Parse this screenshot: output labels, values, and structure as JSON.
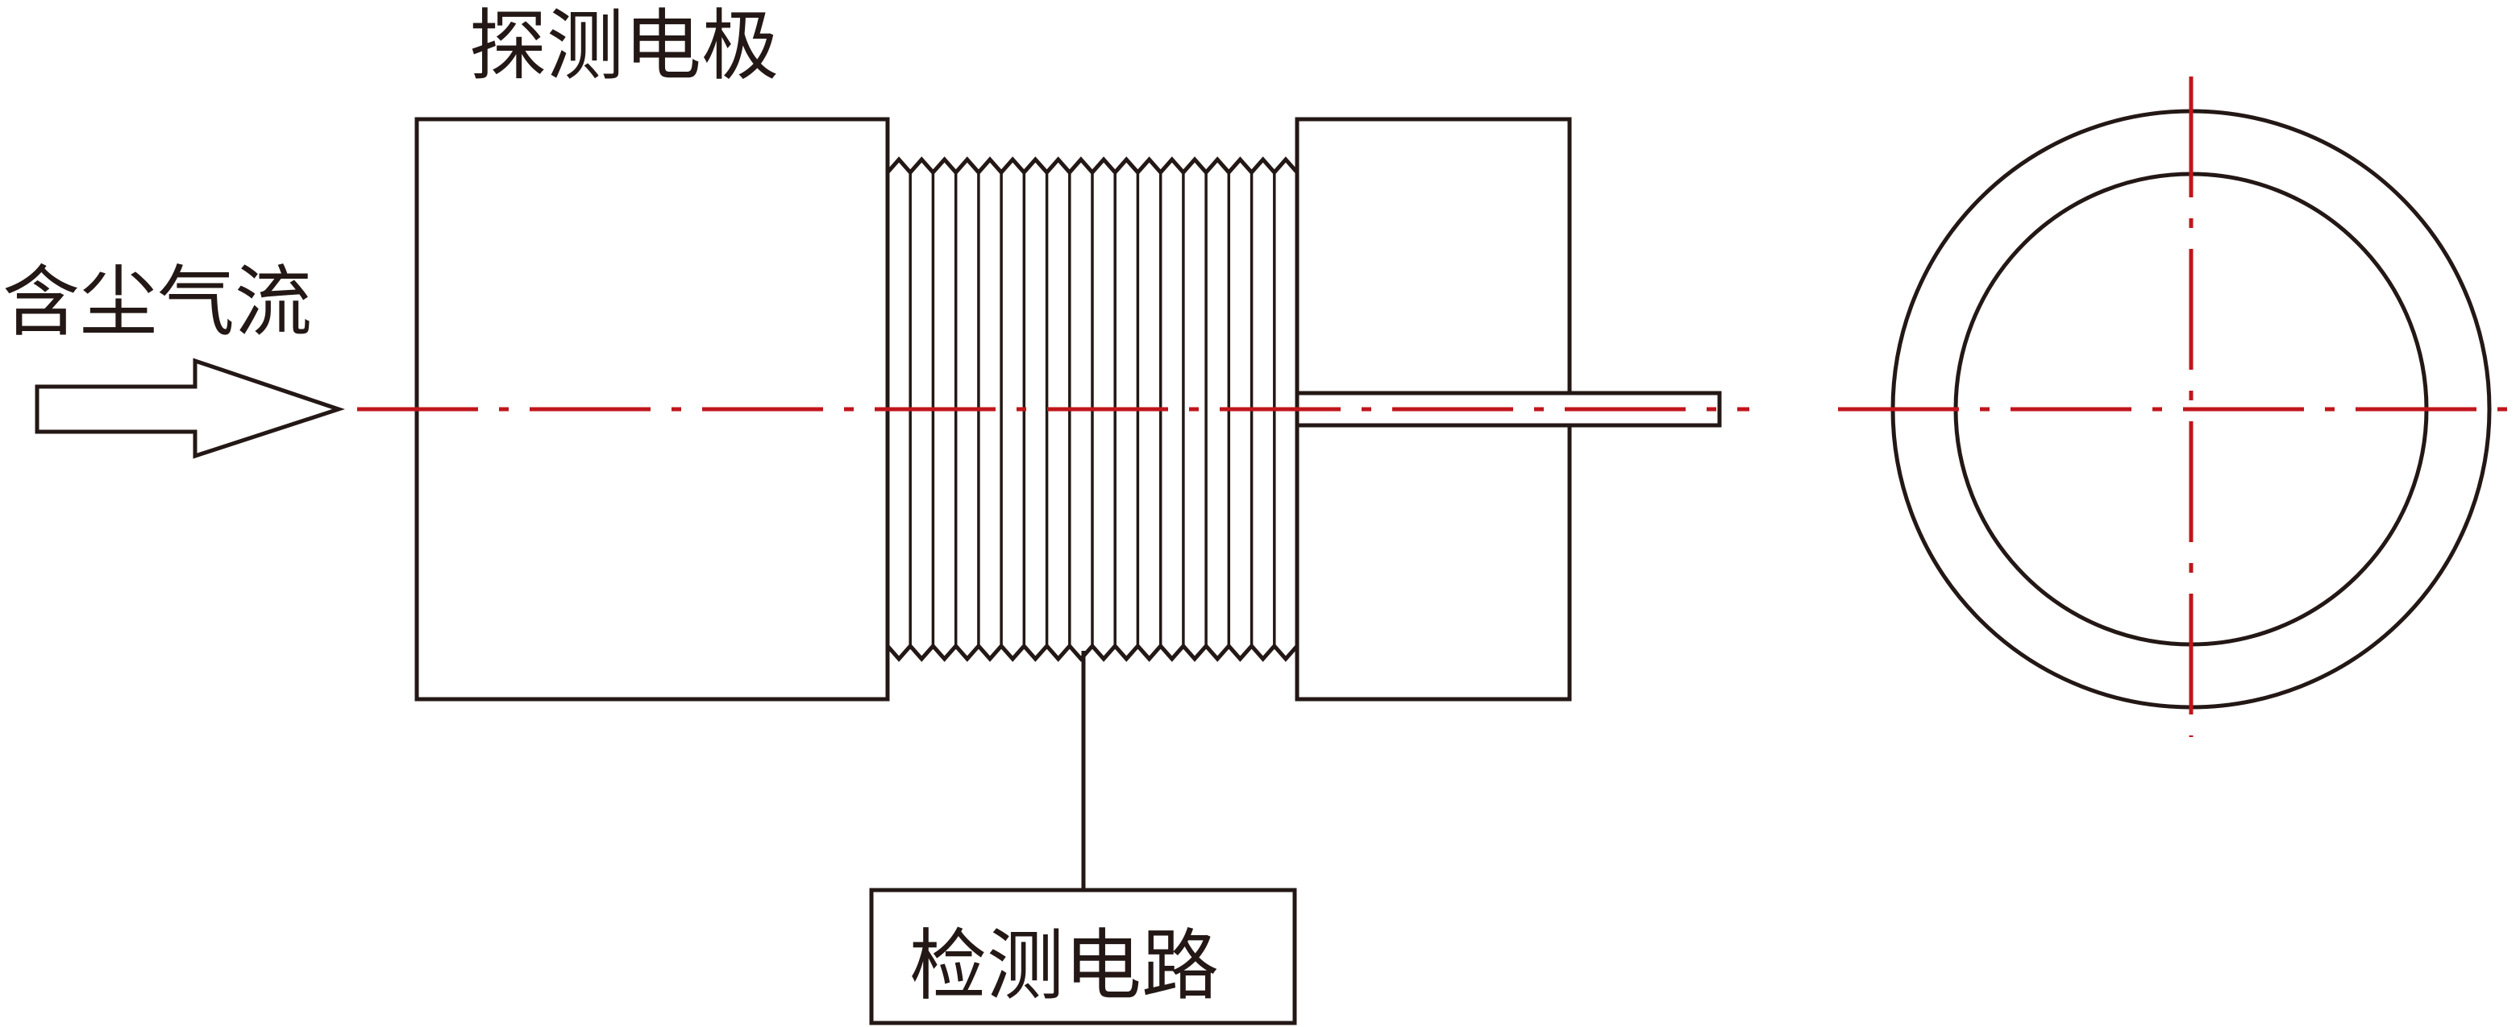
{
  "labels": {
    "probe_electrode": "探测电极",
    "dusty_airflow": "含尘气流",
    "detection_circuit": "检测电路"
  },
  "colors": {
    "outline": "#231815",
    "center_line": "#c0161c",
    "background": "#ffffff"
  }
}
